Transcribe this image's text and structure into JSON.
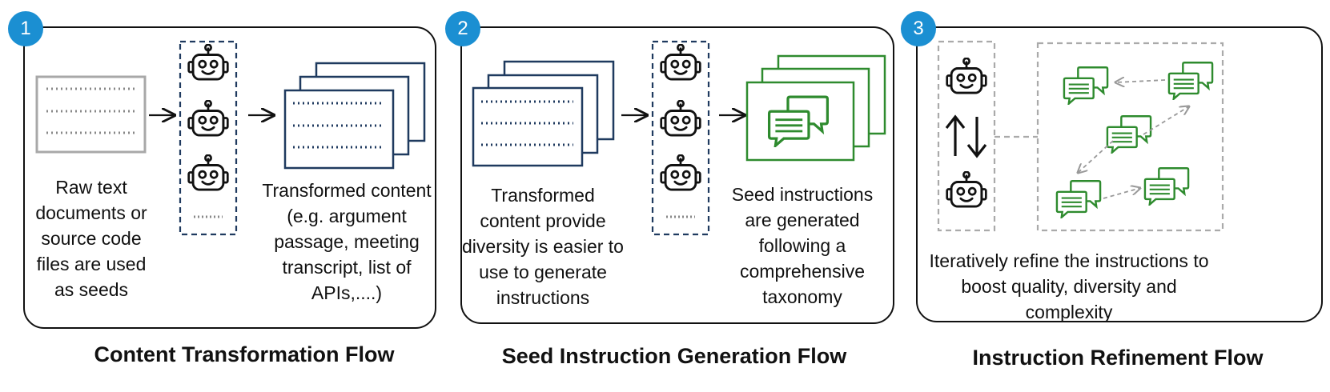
{
  "panels": [
    {
      "number": "1",
      "seed_caption": "Raw text documents or source code files are used as seeds",
      "output_caption": "Transformed content (e.g. argument passage, meeting transcript, list of APIs,....)",
      "title": "Content Transformation Flow"
    },
    {
      "number": "2",
      "seed_caption": "Transformed content provide diversity is easier to use to generate instructions",
      "output_caption": "Seed instructions are generated following  a comprehensive taxonomy",
      "title": "Seed Instruction Generation Flow"
    },
    {
      "number": "3",
      "caption": "Iteratively refine the instructions to boost quality, diversity and complexity",
      "title": "Instruction Refinement Flow"
    }
  ],
  "colors": {
    "badge": "#1b8fd2",
    "doc_gray": "#a8a8a8",
    "doc_navy": "#1f3a5f",
    "green": "#2e8b2e",
    "dashed_navy": "#1f3a5f",
    "dashed_gray": "#aaaaaa"
  },
  "icons": [
    "robot-icon",
    "document-icon",
    "chat-bubbles-icon",
    "swap-arrows-icon",
    "arrow-right-icon"
  ]
}
